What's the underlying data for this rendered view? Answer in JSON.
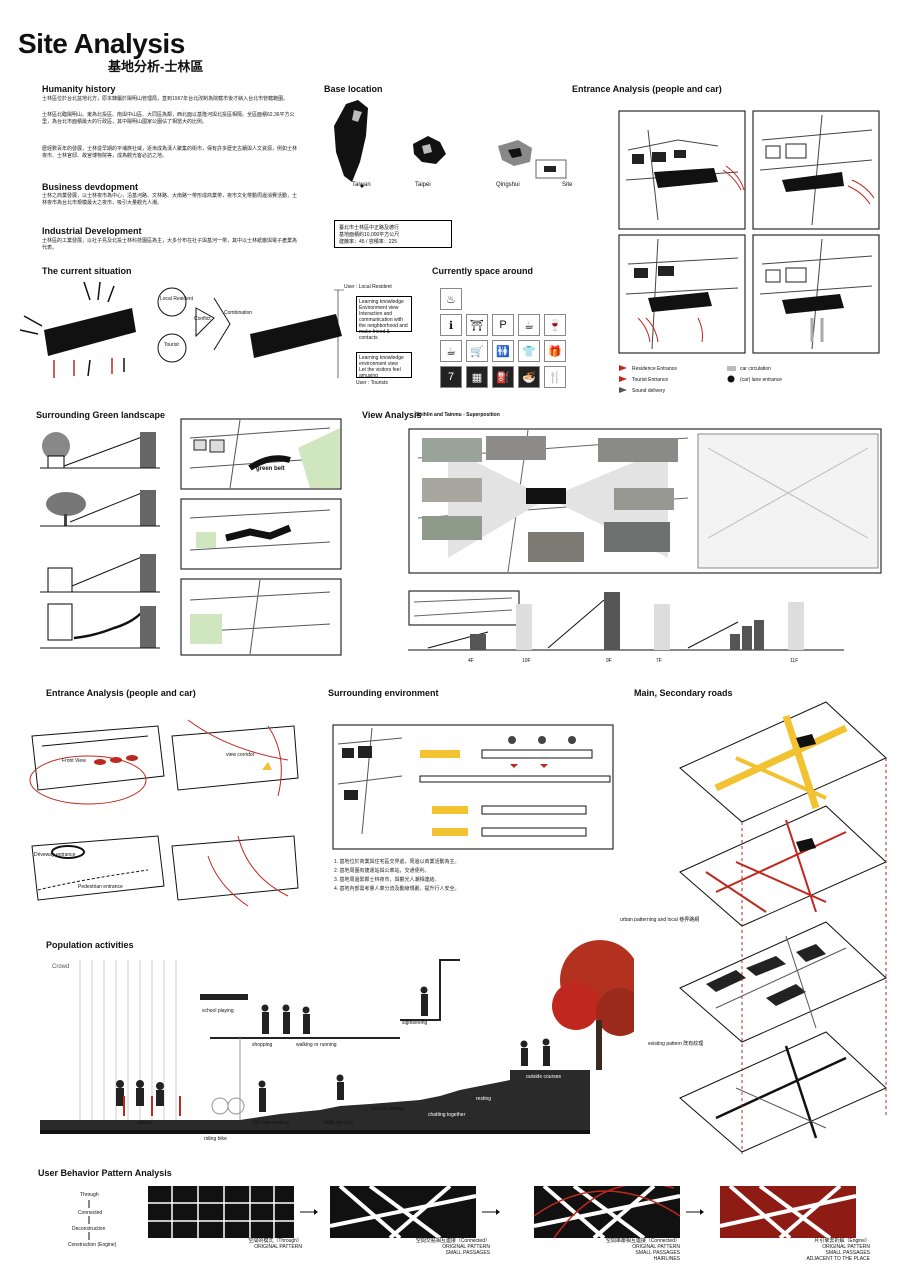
{
  "header": {
    "title": "Site Analysis",
    "subtitle": "基地分析-士林區"
  },
  "humanity": {
    "heading": "Humanity history",
    "p1": "士林區位於台北盆地北方，原本隸屬於陽明山管理局，直到1967年台北改制為院轄市後才納入台北市管轄範圍。",
    "p2": "士林區北臨陽明山、東為北投區、南與中山區、大同區為鄰，西北面以基隆河與北投區相隔。全區面積62.36平方公里，為台北市面積最大的行政區，其中陽明山國家公園佔了相當大的比例。",
    "p3": "歷經數百年的發展，士林從早期的平埔族社域，逐漸成為漢人聚集的街市，保有許多歷史古蹟與人文資源，例如士林夜市、士林官邸、故宮博物院等，成為觀光客必訪之地。"
  },
  "business": {
    "heading": "Business devdopment",
    "text": "士林之商業發展，以士林夜市為中心，沿基河路、文林路、大南路一帶形成商業帶，夜市文化帶動周邊消費活動，士林夜市為台北市規模最大之夜市，吸引大量觀光人潮。"
  },
  "industrial": {
    "heading": "Industrial Development",
    "text": "士林區的工業發展，以社子島及北投士林科技園區為主，大多分布在社子與基河一帶，其中以士林紙廠與電子產業為代表。"
  },
  "base_location": {
    "heading": "Base location",
    "labels": [
      "Taiwan",
      "Taipei",
      "Qingshui",
      "Site"
    ],
    "info_line1": "臺北市士林區中正路及德行",
    "info_line2": "基地面積約10,000平方公尺",
    "info_line3": "建蔽率：45 / 容積率：225"
  },
  "entrance_top": {
    "heading": "Entrance Analysis (people and car)",
    "legend": [
      "Residence Entrance",
      "Tourist Entrance",
      "Sound delivery",
      "car circulation",
      "(car) lane entrance"
    ]
  },
  "current": {
    "heading": "The current situation",
    "labels": [
      "Local Resident",
      "Tourist",
      "Conflict",
      "Combination",
      "User : Local Resident",
      "User : Tourists"
    ],
    "note1": "Learning knowledge\nEnvironment view\nInteraction and communication with the neighborhood and make friend & contacts",
    "note2": "Learning knowledge\nenvironment view\nLet the visitors feel amusing"
  },
  "space_around": {
    "heading": "Currently space around"
  },
  "green": {
    "heading": "Surrounding Green landscape",
    "label": "green belt"
  },
  "view": {
    "heading": "View Analysis",
    "sub": "Shihlin and Tainmu - Superposition",
    "levels": [
      "4F",
      "10F",
      "9F",
      "7F",
      "11F"
    ]
  },
  "entrance_mid": {
    "heading": "Entrance Analysis (people and car)",
    "labels": [
      "Front View",
      "view corridor",
      "Driveway entrance",
      "Pedestrian entrance"
    ]
  },
  "surrounding_env": {
    "heading": "Surrounding environment",
    "notes": [
      "1. 基地位於商業與住宅區交界處，周邊以商業活動為主。",
      "2. 基地周圍有捷運站與公車站，交通便利。",
      "3. 基地周邊緊鄰士林夜市，與觀光人潮相連結。",
      "4. 基地內部需考量人車分流及動線規劃，提升行人安全。"
    ]
  },
  "roads": {
    "heading": "Main, Secondary roads",
    "label1": "urban patterning and local 巷弄路網",
    "label2": "existing pattern 既有紋理"
  },
  "population": {
    "heading": "Population activities",
    "crowd": "Crowd",
    "labels": [
      "school playing",
      "shopping",
      "walking or running",
      "sightseeing",
      "outside courses",
      "resting",
      "chatting together",
      "school playing",
      "Walk the dog",
      "Old man walking",
      "eating",
      "riding bike"
    ]
  },
  "behavior": {
    "heading": "User Behavior Pattern Analysis",
    "steps": [
      "Through",
      "Connected",
      "Deconstruction",
      "Construction (Engine)"
    ],
    "captions": [
      "空間的模式（Through）\nORIGINAL PATTERN",
      "空間交點相互連接（Connected）\nORIGINAL PATTERN\nSMALL PASSAGES",
      "空間串聯相互連接（Connected）\nORIGINAL PATTERN\nSMALL PASSAGES\nHAIRLINES",
      "片引擎去折解（Engine）\nORIGINAL PATTERN\nSMALL PASSAGES\nADJACENT TO THE PLACE"
    ]
  },
  "colors": {
    "accent": "#c0271e",
    "road_yellow": "#f2c230",
    "ink": "#111111"
  }
}
